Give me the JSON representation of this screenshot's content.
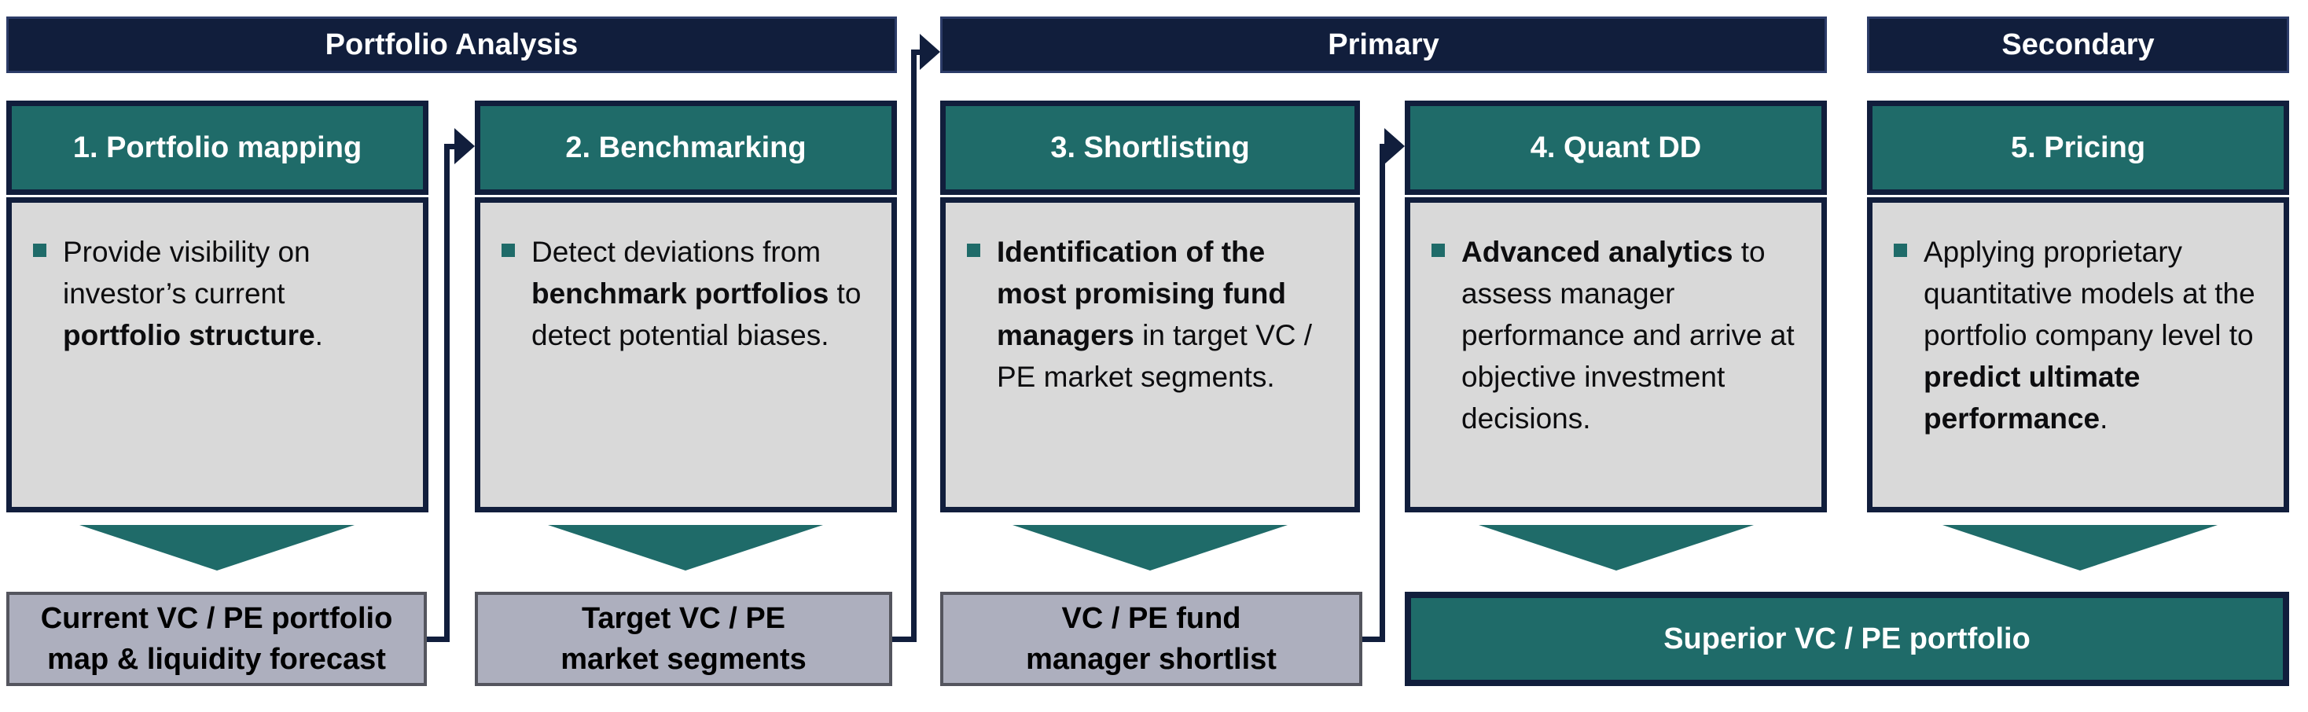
{
  "colors": {
    "navy": "#111e3c",
    "teal": "#1f6b69",
    "body_gray": "#d9d9d9",
    "output_gray": "#adafbe",
    "output_border": "#54555e"
  },
  "bands": [
    {
      "label": "Portfolio Analysis"
    },
    {
      "label": "Primary"
    },
    {
      "label": "Secondary"
    }
  ],
  "steps": [
    {
      "title": "1. Portfolio mapping",
      "body_pre": "Provide visibility on investor’s current ",
      "body_bold": "portfolio structure",
      "body_post": "."
    },
    {
      "title": "2. Benchmarking",
      "body_pre": "Detect deviations from ",
      "body_bold": "benchmark portfolios",
      "body_post": " to detect potential biases."
    },
    {
      "title": "3. Shortlisting",
      "body_pre": "",
      "body_bold": "Identification of the most promising fund managers",
      "body_post": " in target VC / PE market segments."
    },
    {
      "title": "4. Quant DD",
      "body_pre": "",
      "body_bold": "Advanced analytics",
      "body_post": " to assess manager performance and arrive at objective investment decisions."
    },
    {
      "title": "5. Pricing",
      "body_pre": "Applying proprietary quantitative models at the portfolio company level to ",
      "body_bold": "predict ultimate performance",
      "body_post": "."
    }
  ],
  "outputs": [
    {
      "line1": "Current VC / PE portfolio",
      "line2": "map & liquidity forecast"
    },
    {
      "line1": "Target VC / PE",
      "line2": "market segments"
    },
    {
      "line1": "VC / PE fund",
      "line2": "manager shortlist"
    }
  ],
  "final_output": {
    "label": "Superior VC / PE portfolio"
  }
}
